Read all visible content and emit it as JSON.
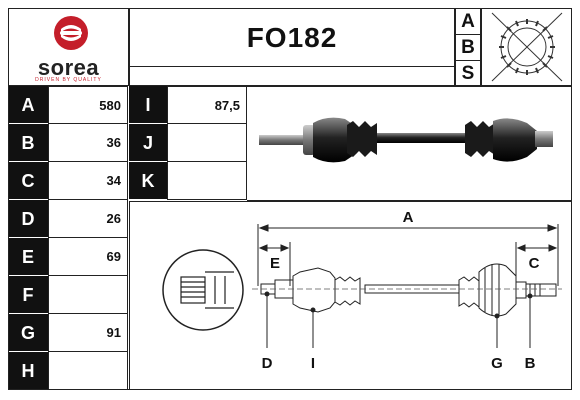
{
  "logo": {
    "brand": "sorea",
    "tagline": "DRIVEN BY QUALITY",
    "color": "#c41e2a"
  },
  "header": {
    "part_number": "FO182"
  },
  "abs": {
    "letters": [
      "A",
      "B",
      "S"
    ]
  },
  "dimensions": [
    {
      "label": "A",
      "value": "580"
    },
    {
      "label": "B",
      "value": "36"
    },
    {
      "label": "C",
      "value": "34"
    },
    {
      "label": "D",
      "value": "26"
    },
    {
      "label": "E",
      "value": "69"
    },
    {
      "label": "F",
      "value": ""
    },
    {
      "label": "G",
      "value": "91"
    },
    {
      "label": "H",
      "value": ""
    }
  ],
  "extra_dimensions": [
    {
      "label": "I",
      "value": "87,5"
    },
    {
      "label": "J",
      "value": ""
    },
    {
      "label": "K",
      "value": ""
    }
  ],
  "diagram": {
    "labels": {
      "A": "A",
      "E": "E",
      "C": "C",
      "D": "D",
      "I": "I",
      "G": "G",
      "B": "B"
    }
  }
}
